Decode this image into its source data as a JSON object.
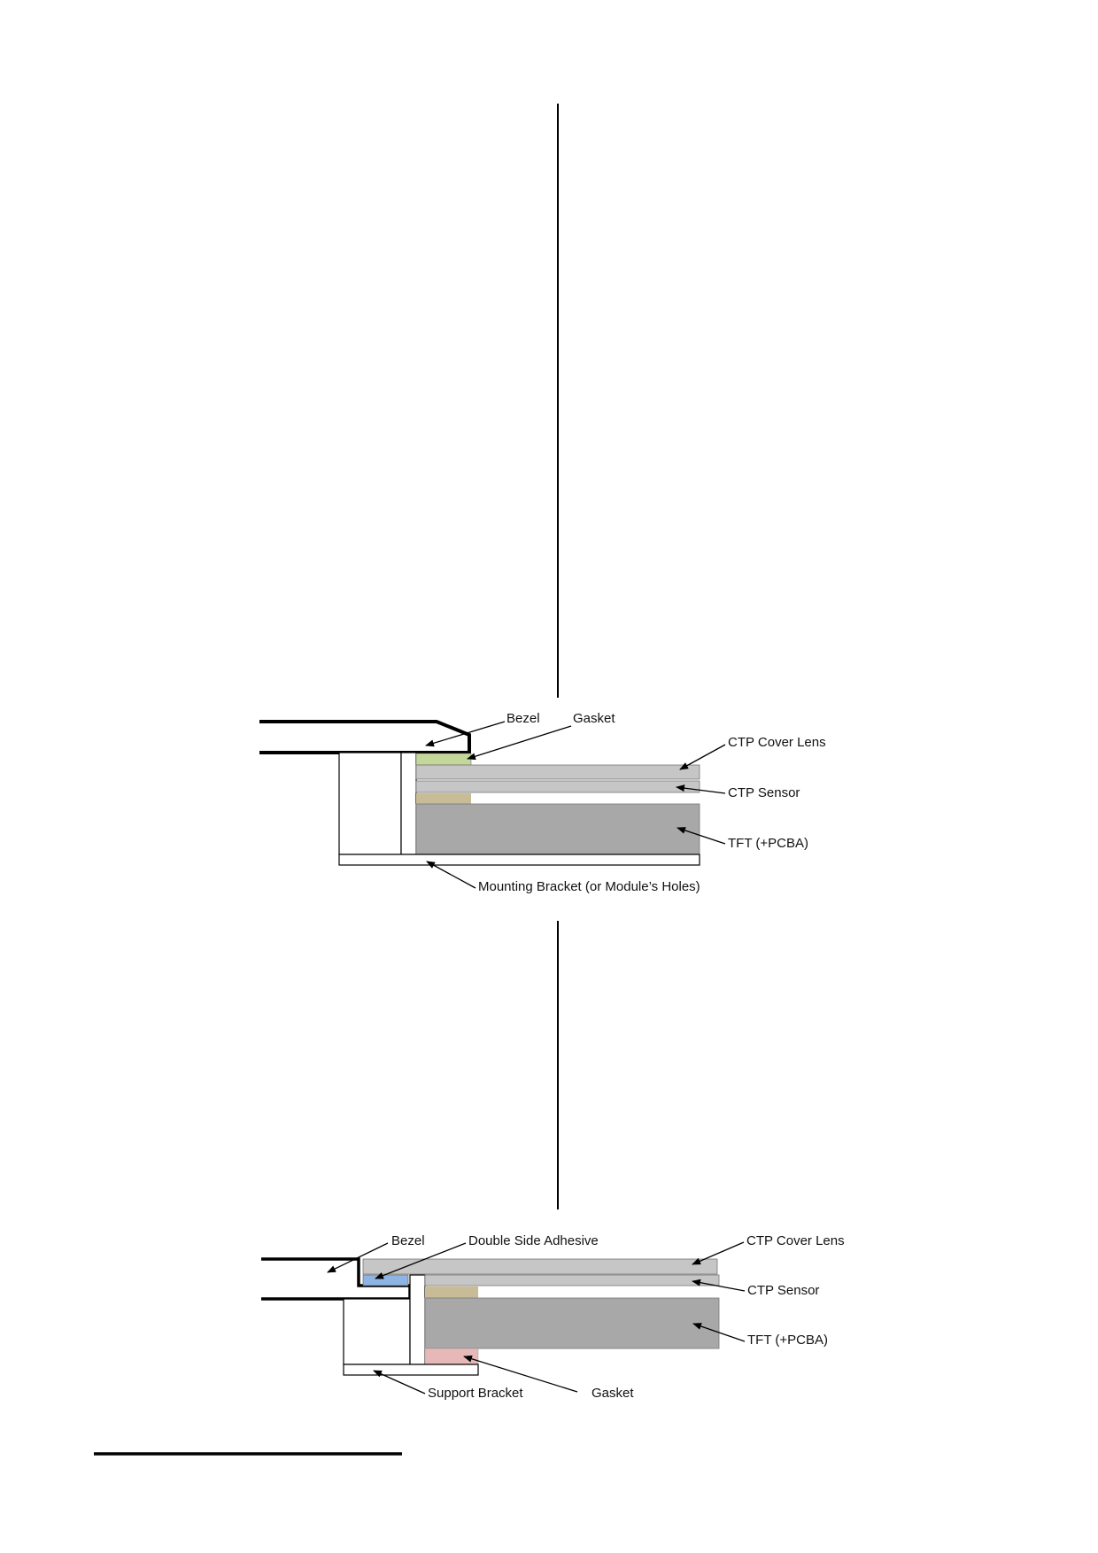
{
  "diagram_top": {
    "labels": {
      "bezel": "Bezel",
      "gasket": "Gasket",
      "ctp_cover_lens": "CTP Cover Lens",
      "ctp_sensor": "CTP Sensor",
      "tft": "TFT (+PCBA)",
      "mounting_bracket": "Mounting Bracket (or Module’s Holes)"
    }
  },
  "diagram_bottom": {
    "labels": {
      "bezel": "Bezel",
      "double_side_adhesive": "Double Side Adhesive",
      "ctp_cover_lens": "CTP Cover Lens",
      "ctp_sensor": "CTP Sensor",
      "tft": "TFT (+PCBA)",
      "support_bracket": "Support Bracket",
      "gasket": "Gasket"
    }
  },
  "colors": {
    "cover_lens": "#c6c6c6",
    "sensor": "#c6c6c6",
    "tft": "#a8a8a8",
    "gasket_top": "#c4d79b",
    "spacer": "#c8bc96",
    "adhesive": "#8eb4e3",
    "gasket_bottom": "#e6b8b7"
  }
}
